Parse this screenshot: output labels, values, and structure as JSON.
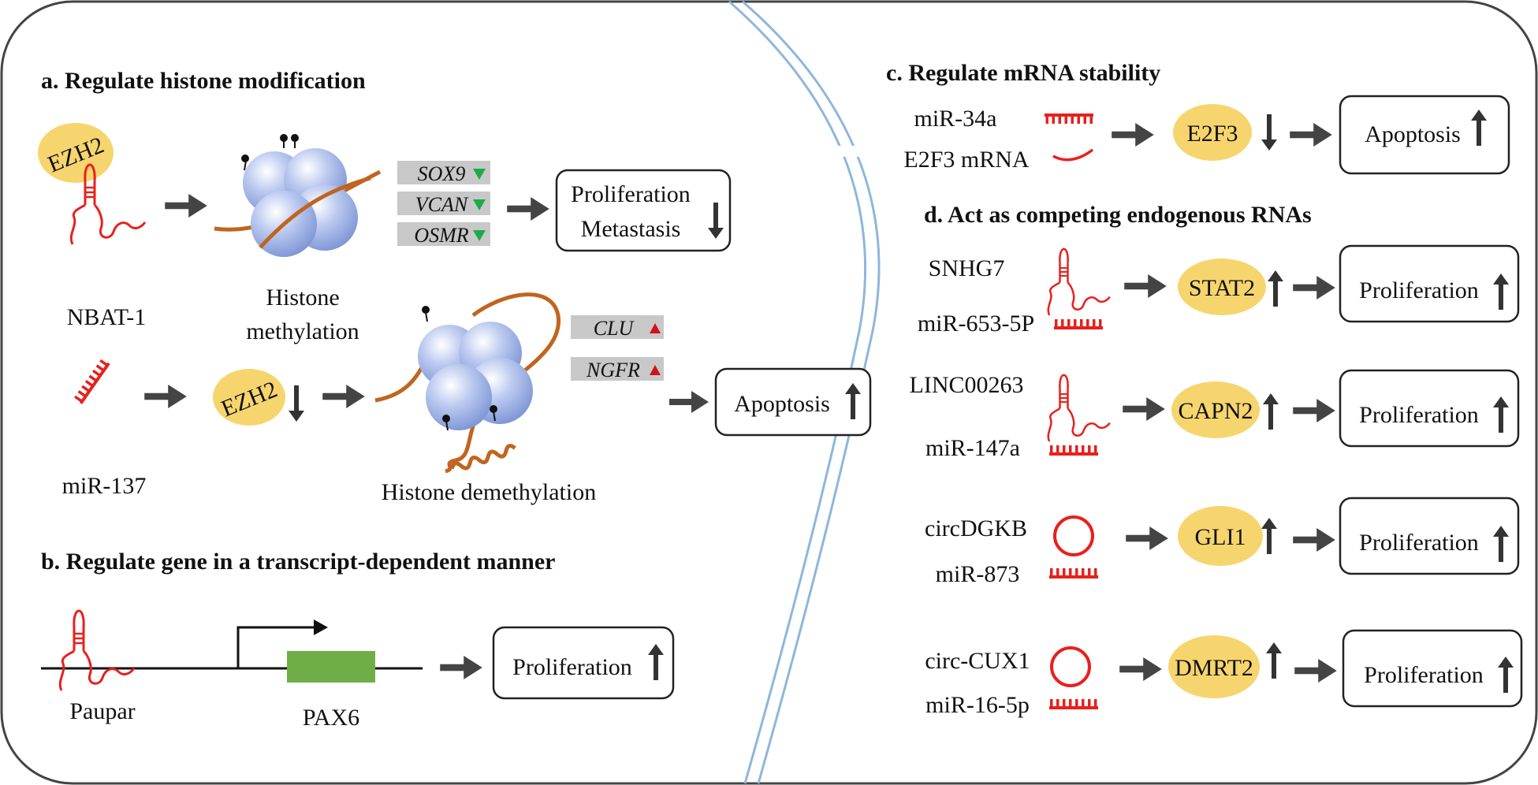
{
  "sections": {
    "a": {
      "title": "a. Regulate histone modification"
    },
    "b": {
      "title": "b. Regulate gene in a transcript-dependent manner"
    },
    "c": {
      "title": "c. Regulate mRNA stability"
    },
    "d": {
      "title": "d. Act as competing endogenous RNAs"
    }
  },
  "panel_a": {
    "ezh2_label": "EZH2",
    "nbat_label": "NBAT-1",
    "methylation_label_1": "Histone",
    "methylation_label_2": "methylation",
    "genes_down": [
      "SOX9",
      "VCAN",
      "OSMR"
    ],
    "outcome_line1": "Proliferation",
    "outcome_line2": "Metastasis",
    "mir137_label": "miR-137",
    "ezh2_2_label": "EZH2",
    "demethylation_label": "Histone demethylation",
    "genes_up": [
      "CLU",
      "NGFR"
    ],
    "apoptosis_label": "Apoptosis"
  },
  "panel_b": {
    "paupar_label": "Paupar",
    "pax6_label": "PAX6",
    "outcome_label": "Proliferation"
  },
  "panel_c": {
    "mir_label": "miR-34a",
    "mrna_label": "E2F3 mRNA",
    "target_label": "E2F3",
    "outcome_label": "Apoptosis"
  },
  "panel_d": {
    "rows": [
      {
        "rna": "SNHG7",
        "mir": "miR-653-5P",
        "target": "STAT2",
        "outcome": "Proliferation",
        "rna_type": "lncRNA"
      },
      {
        "rna": "LINC00263",
        "mir": "miR-147a",
        "target": "CAPN2",
        "outcome": "Proliferation",
        "rna_type": "lncRNA"
      },
      {
        "rna": "circDGKB",
        "mir": "miR-873",
        "target": "GLI1",
        "outcome": "Proliferation",
        "rna_type": "circRNA"
      },
      {
        "rna": "circ-CUX1",
        "mir": "miR-16-5p",
        "target": "DMRT2",
        "outcome": "Proliferation",
        "rna_type": "circRNA"
      }
    ]
  },
  "colors": {
    "rna_red": "#e8201c",
    "ellipse_yellow": "#f7d56e",
    "arrow_dark": "#444444",
    "gene_box_gray": "#c8c8c8",
    "down_triangle_green": "#1faa4a",
    "up_triangle_red": "#d0121b",
    "pax6_green": "#6fae46",
    "histone_blue": "#a5b9e6",
    "dna_brown": "#c0651f",
    "membrane_blue": "#8fb6dc"
  }
}
